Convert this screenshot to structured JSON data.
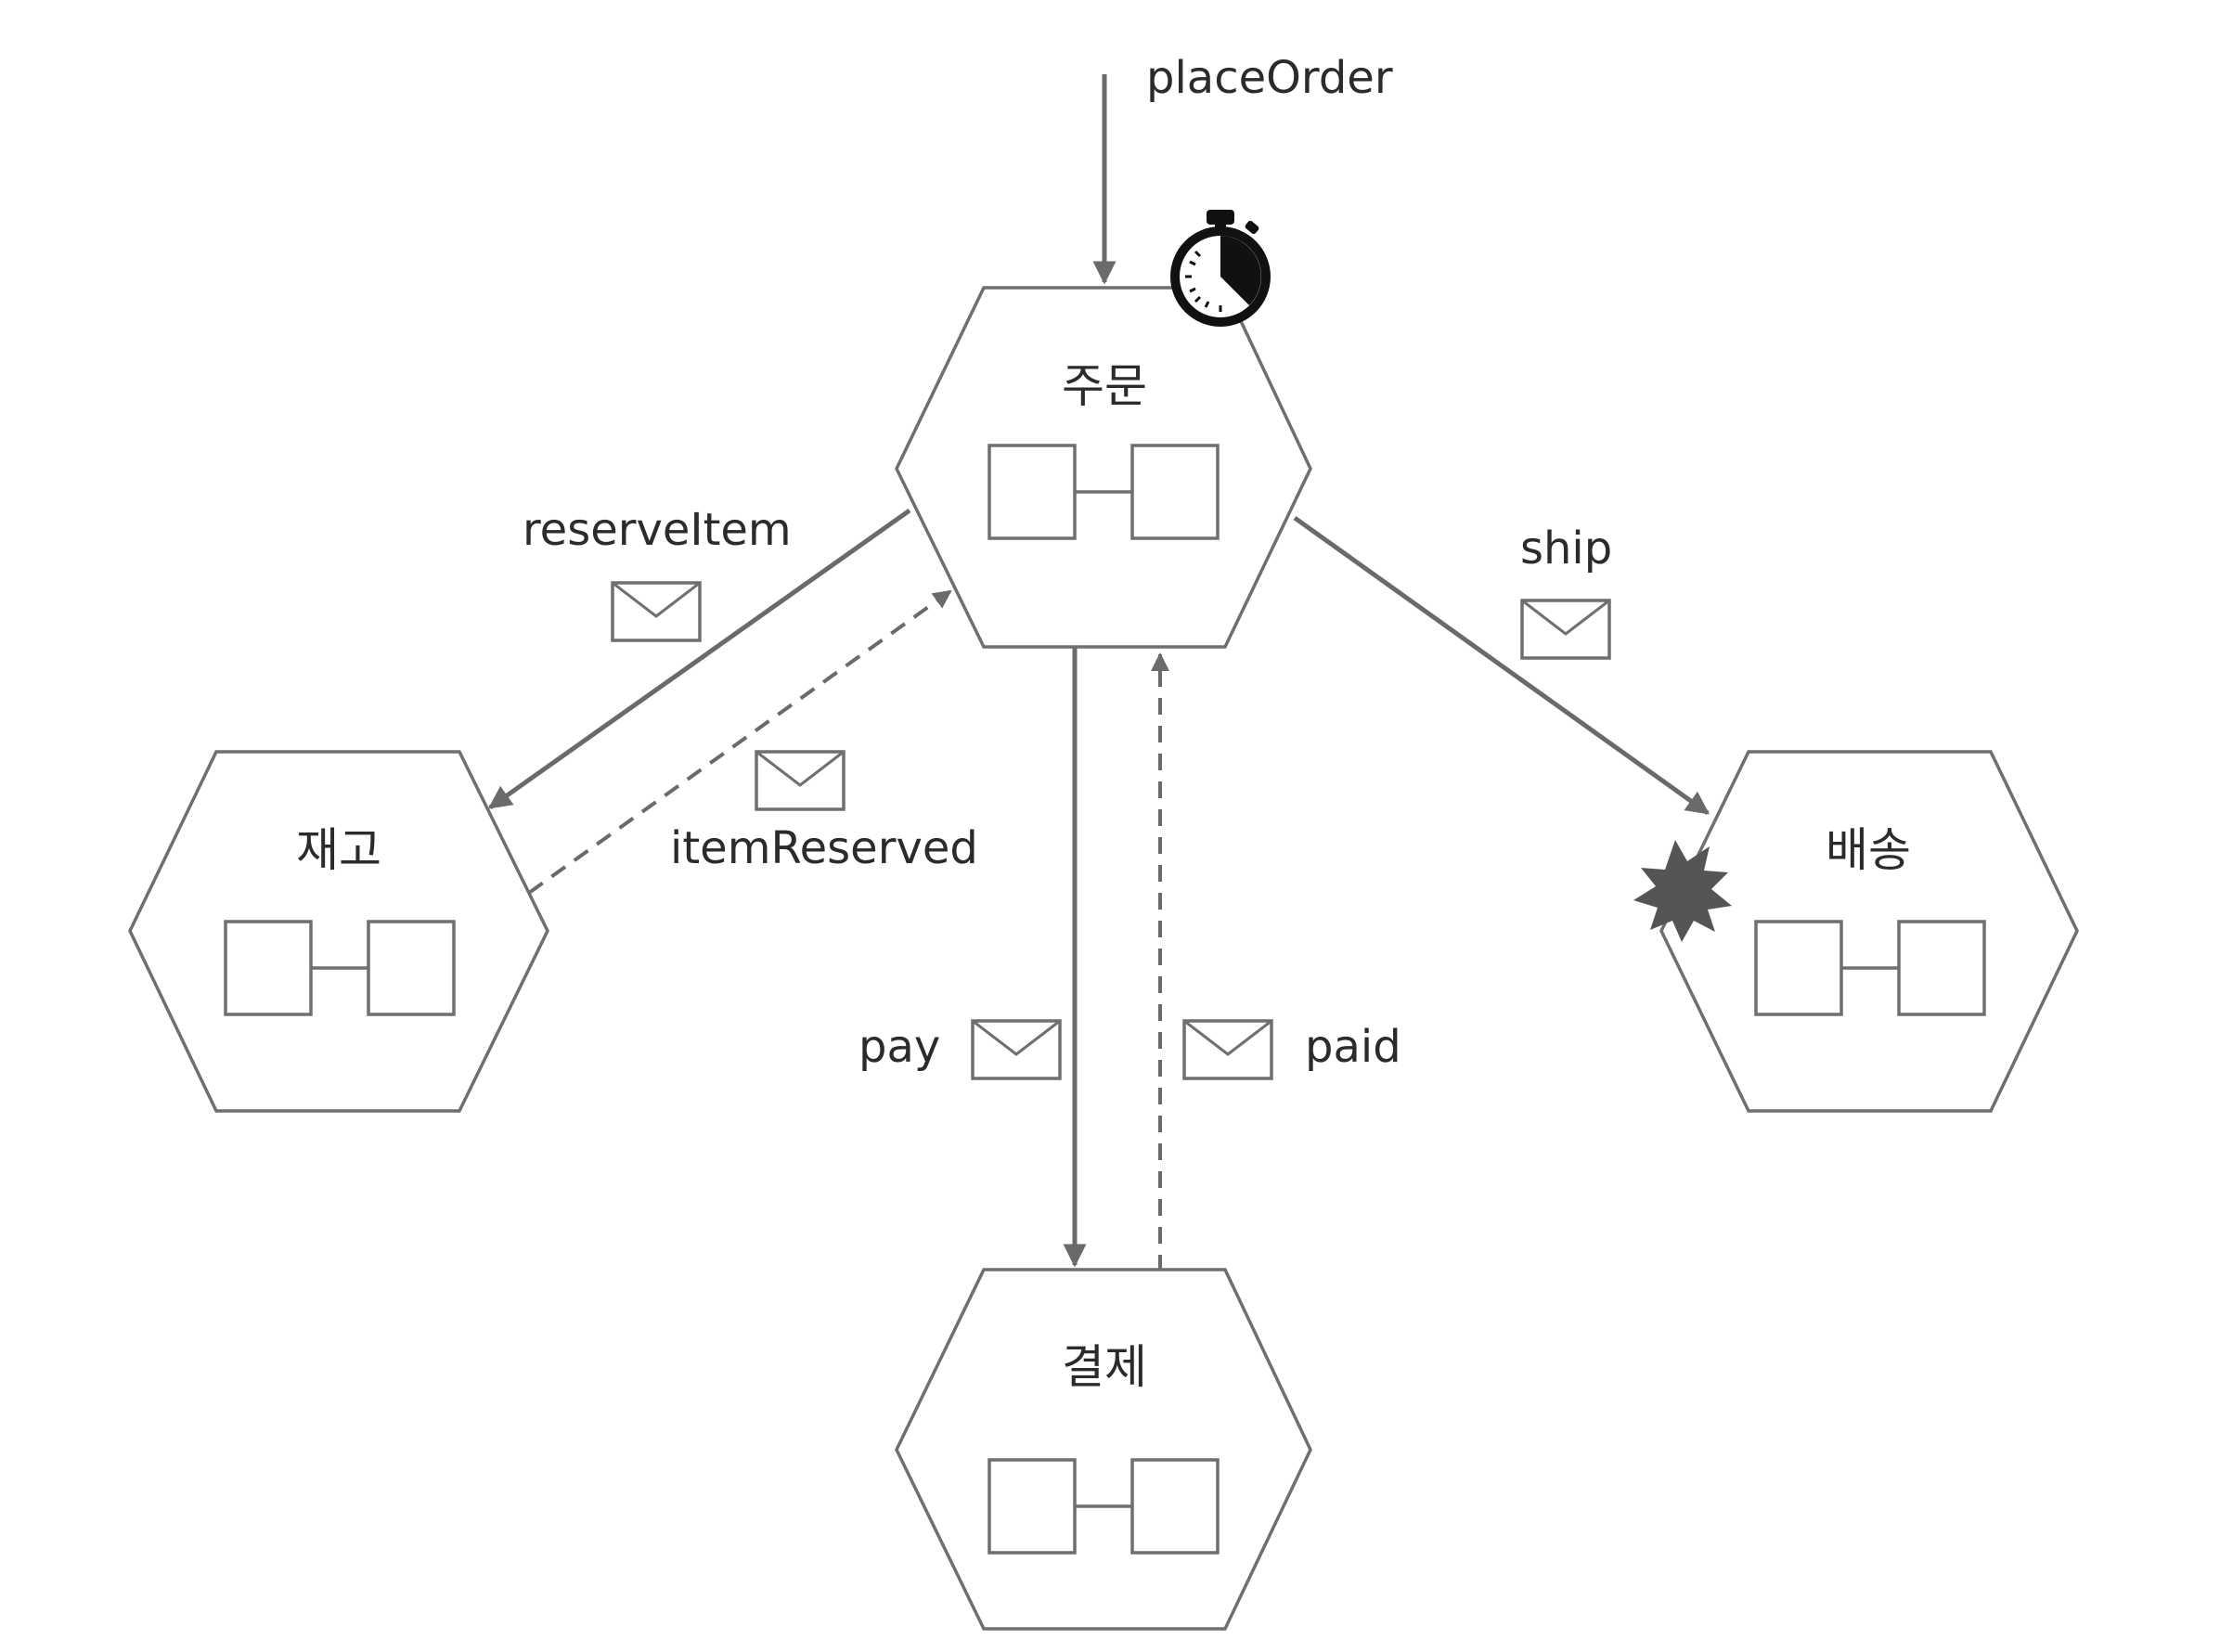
{
  "entry": {
    "label": "placeOrder"
  },
  "services": [
    {
      "key": "order",
      "name": "주문"
    },
    {
      "key": "inventory",
      "name": "재고"
    },
    {
      "key": "shipping",
      "name": "배송"
    },
    {
      "key": "payment",
      "name": "결제"
    }
  ],
  "messages": [
    {
      "key": "reserveItem",
      "label": "reserveItem",
      "style": "command"
    },
    {
      "key": "itemReserved",
      "label": "itemReserved",
      "style": "event"
    },
    {
      "key": "ship",
      "label": "ship",
      "style": "command"
    },
    {
      "key": "pay",
      "label": "pay",
      "style": "command"
    },
    {
      "key": "paid",
      "label": "paid",
      "style": "event"
    }
  ],
  "icons": {
    "timer": "stopwatch-icon",
    "failure": "explosion-icon",
    "message": "envelope-icon"
  },
  "colors": {
    "stroke": "#6f6f6f",
    "text": "#2b2b2b",
    "timer": "#111111",
    "failure": "#555555"
  }
}
